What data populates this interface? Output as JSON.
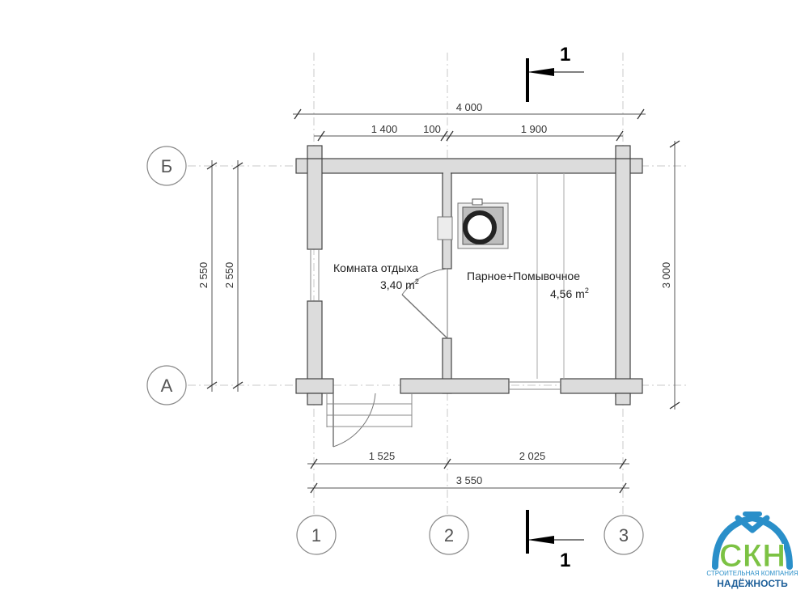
{
  "plan": {
    "section_marks": {
      "top": "1",
      "bottom": "1"
    },
    "axes_letters": {
      "b": "Б",
      "a": "А"
    },
    "axes_numbers": {
      "n1": "1",
      "n2": "2",
      "n3": "3"
    },
    "dims_top": {
      "total": "4 000",
      "left": "1 400",
      "mid": "100",
      "right": "1 900"
    },
    "dims_bottom": {
      "left": "1 525",
      "right": "2 025",
      "total": "3 550"
    },
    "dims_left": {
      "outer": "2 550",
      "inner": "2 550"
    },
    "dims_right": {
      "total": "3 000"
    },
    "rooms": [
      {
        "name": "Комната отдыха",
        "area": "3,40 m",
        "area_sup": "2"
      },
      {
        "name": "Парное+Помывочное",
        "area": "4,56 m",
        "area_sup": "2"
      }
    ]
  },
  "logo": {
    "initials": "СКН",
    "tagline": "СТРОИТЕЛЬНАЯ КОМПАНИЯ",
    "name": "НАДЁЖНОСТЬ",
    "colors": {
      "roof": "#2a8fc9",
      "letters": "#7cc243"
    }
  }
}
